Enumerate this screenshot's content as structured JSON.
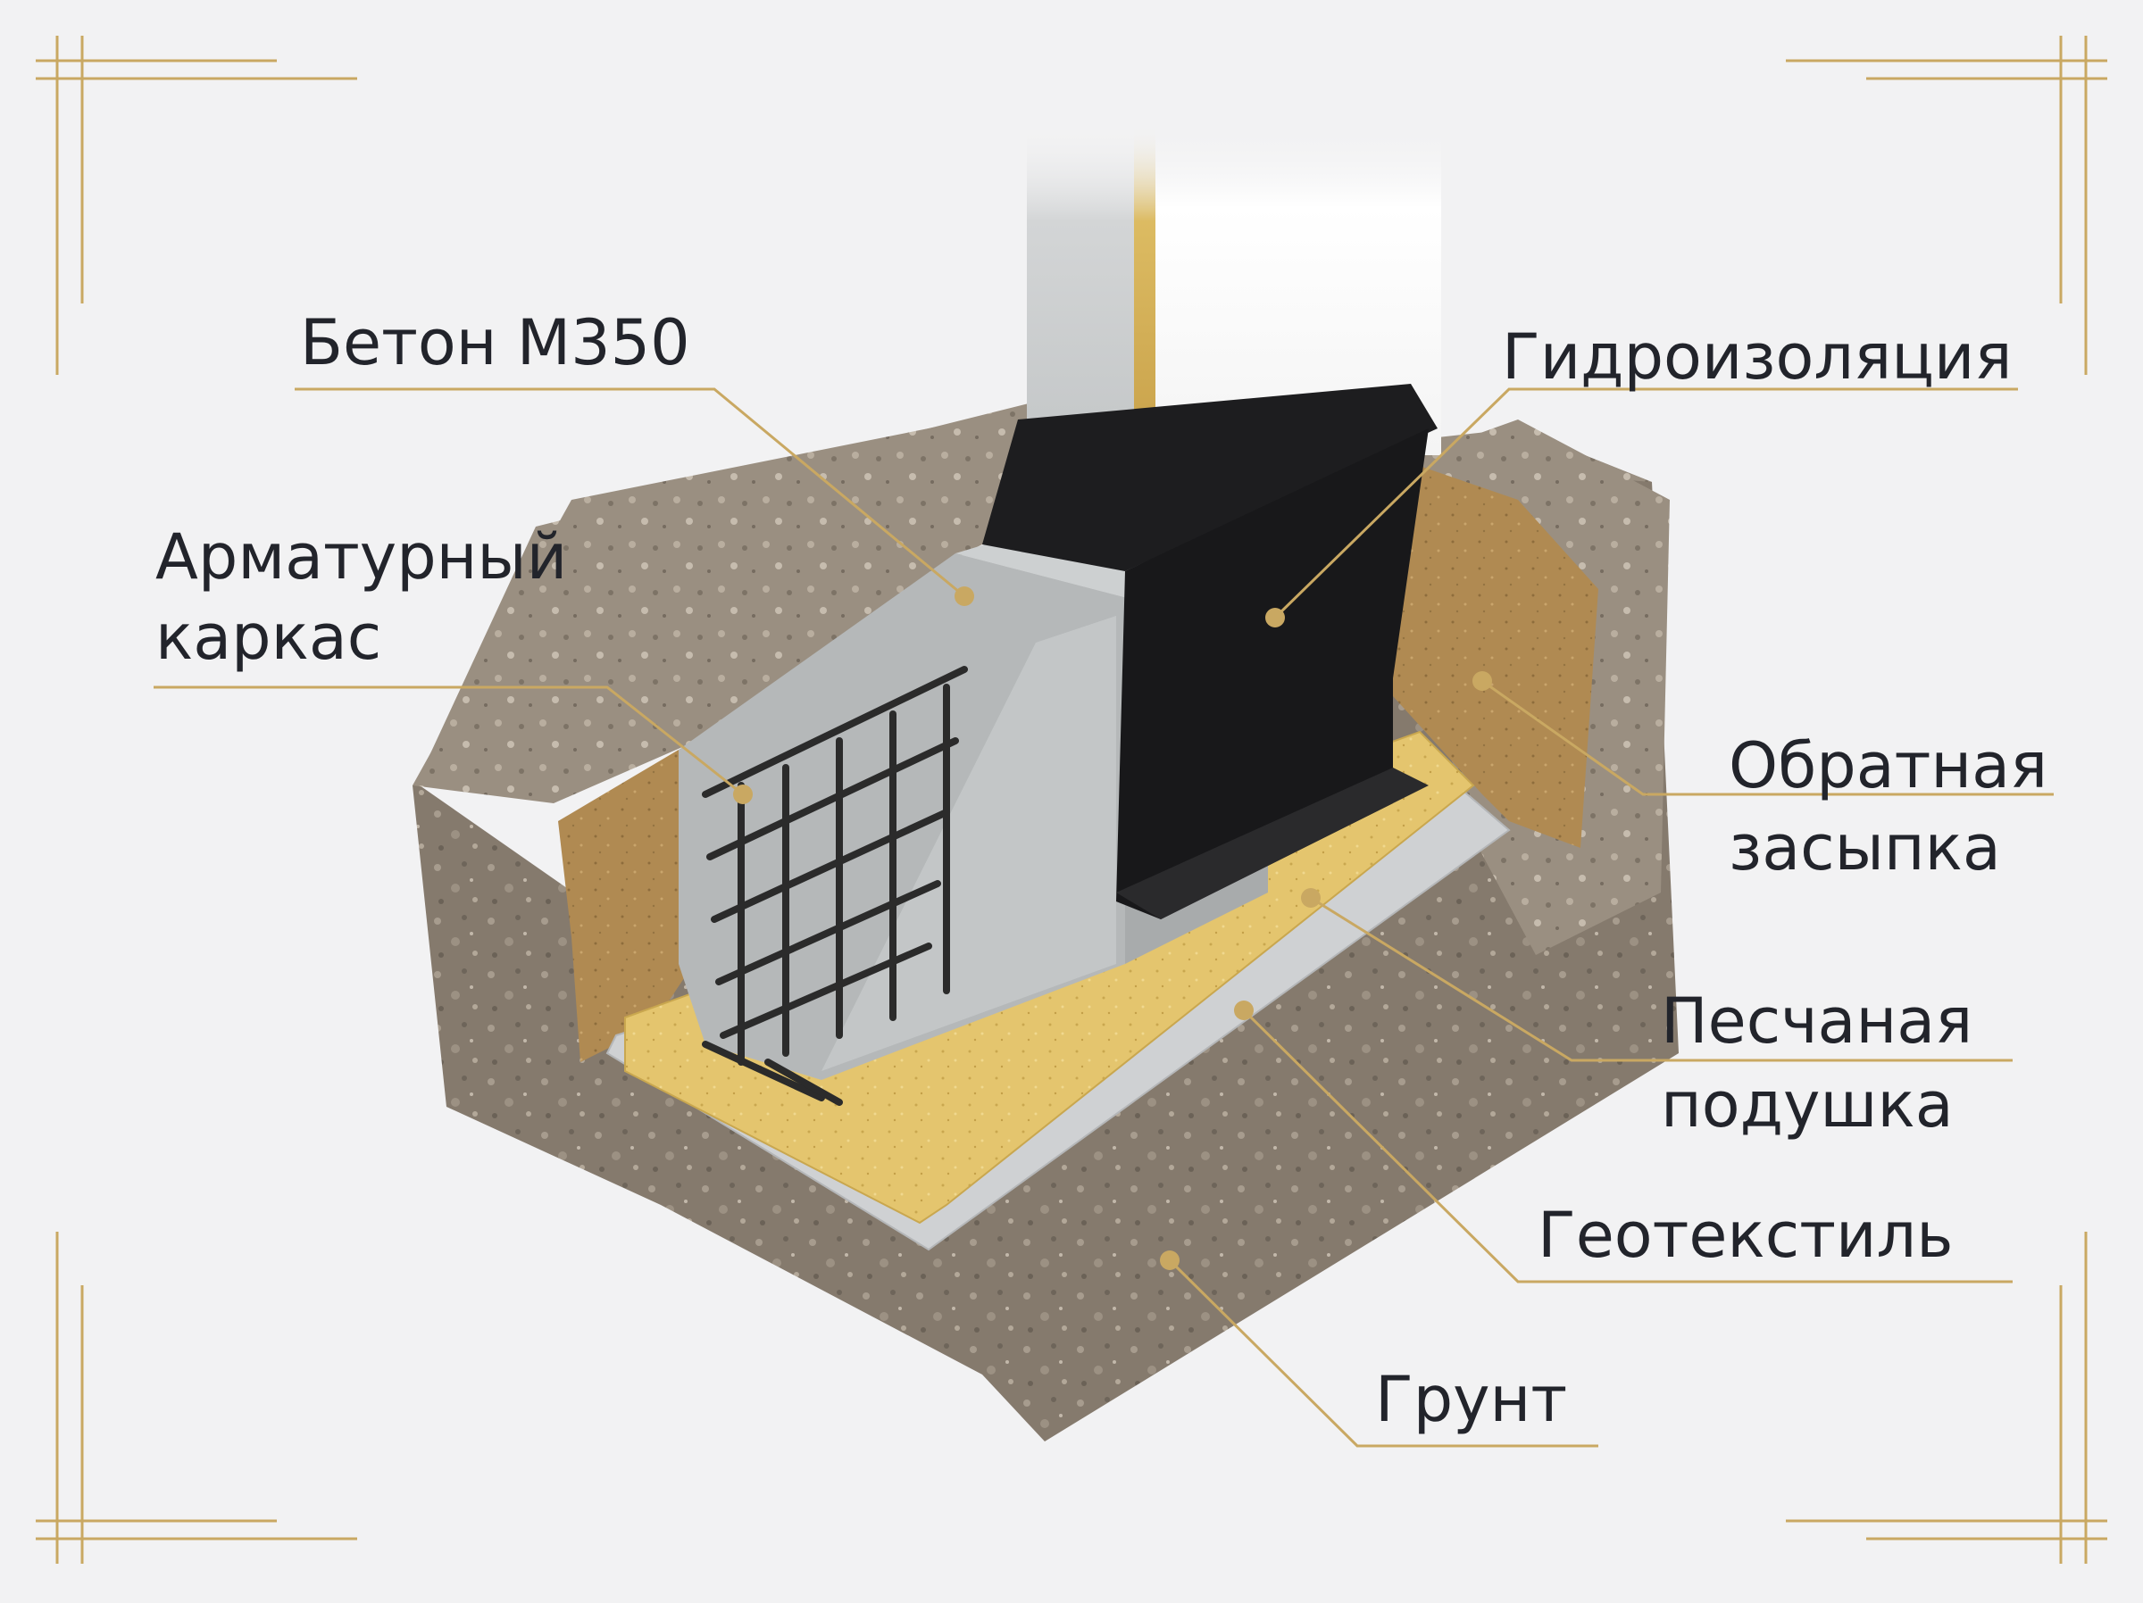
{
  "colors": {
    "background": "#f2f2f3",
    "gold": "#c9a862",
    "text": "#22242b",
    "soil": "#8a7f72",
    "sand": "#e3c46c",
    "concrete": "#b9bcbd",
    "waterproofing": "#1d1d1f",
    "geotextile": "#cfd1d3",
    "backfill": "#b08a52",
    "wall": "#fafafa",
    "insulation": "#d9b75c",
    "block": "#cfd1d3"
  },
  "labels": {
    "concrete": "Бетон М350",
    "rebar_line1": "Арматурный",
    "rebar_line2": "каркас",
    "waterproofing": "Гидроизоляция",
    "backfill_line1": "Обратная",
    "backfill_line2": "засыпка",
    "sand_line1": "Песчаная",
    "sand_line2": "подушка",
    "geotextile": "Геотекстиль",
    "soil": "Грунт"
  }
}
